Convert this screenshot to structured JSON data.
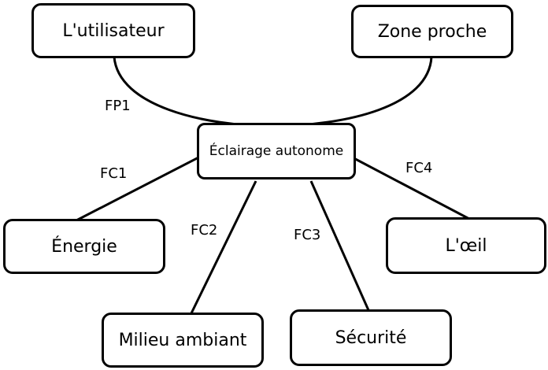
{
  "diagram": {
    "nodes": {
      "utilisateur": "L'utilisateur",
      "zone_proche": "Zone proche",
      "centre": "Éclairage autonome",
      "energie": "Énergie",
      "oeil": "L'œil",
      "milieu": "Milieu ambiant",
      "securite": "Sécurité"
    },
    "functions": {
      "fp1": "FP1",
      "fc1": "FC1",
      "fc2": "FC2",
      "fc3": "FC3",
      "fc4": "FC4"
    },
    "colors": {
      "stroke": "#000000",
      "background": "#ffffff"
    }
  }
}
